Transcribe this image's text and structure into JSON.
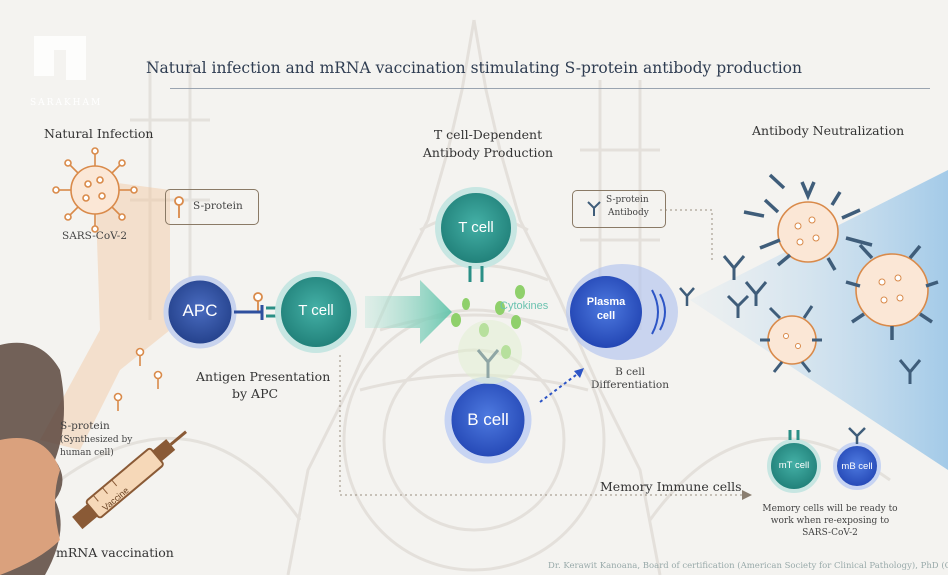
{
  "title": "Natural infection and mRNA vaccination stimulating S-protein antibody production",
  "logo_text": "SARAKHAM",
  "sections": {
    "natural_infection": "Natural Infection",
    "t_cell_dependent_line1": "T cell-Dependent",
    "t_cell_dependent_line2": "Antibody Production",
    "antibody_neutralization": "Antibody Neutralization",
    "mrna_vaccination": "mRNA vaccination"
  },
  "labels": {
    "sars_cov_2": "SARS-CoV-2",
    "s_protein_box": "S-protein",
    "s_protein_antibody_line1": "S-protein",
    "s_protein_antibody_line2": "Antibody",
    "apc": "APC",
    "t_cell_left": "T cell",
    "t_cell_top": "T cell",
    "cytokines": "Cytokines",
    "plasma_cell_line1": "Plasma",
    "plasma_cell_line2": "cell",
    "b_cell": "B cell",
    "b_cell_diff_line1": "B cell",
    "b_cell_diff_line2": "Differentiation",
    "antigen_presentation_line1": "Antigen Presentation",
    "antigen_presentation_line2": "by APC",
    "s_protein_synth_line1": "S-protein",
    "s_protein_synth_line2": "(Synthesized by",
    "s_protein_synth_line3": "human cell)",
    "vaccine": "Vaccine",
    "memory_immune_cells": "Memory Immune cells",
    "mt_cell": "mT cell",
    "mb_cell": "mB cell",
    "memory_note_line1": "Memory cells will be ready to",
    "memory_note_line2": "work when re-exposing to",
    "memory_note_line3": "SARS-CoV-2",
    "credit": "Dr. Kerawit Kanoana, Board of certification (American Society for Clinical Pathology), PhD (Clinical Pathology)"
  },
  "colors": {
    "apc": "#2e4f9e",
    "t_cell": "#2a8f86",
    "b_cell": "#2d55c6",
    "plasma": "#3559c8",
    "virus": "#d98a4a",
    "antibody": "#3f5d7a",
    "cytokine": "#8fd06b",
    "title": "#2f3d52"
  }
}
